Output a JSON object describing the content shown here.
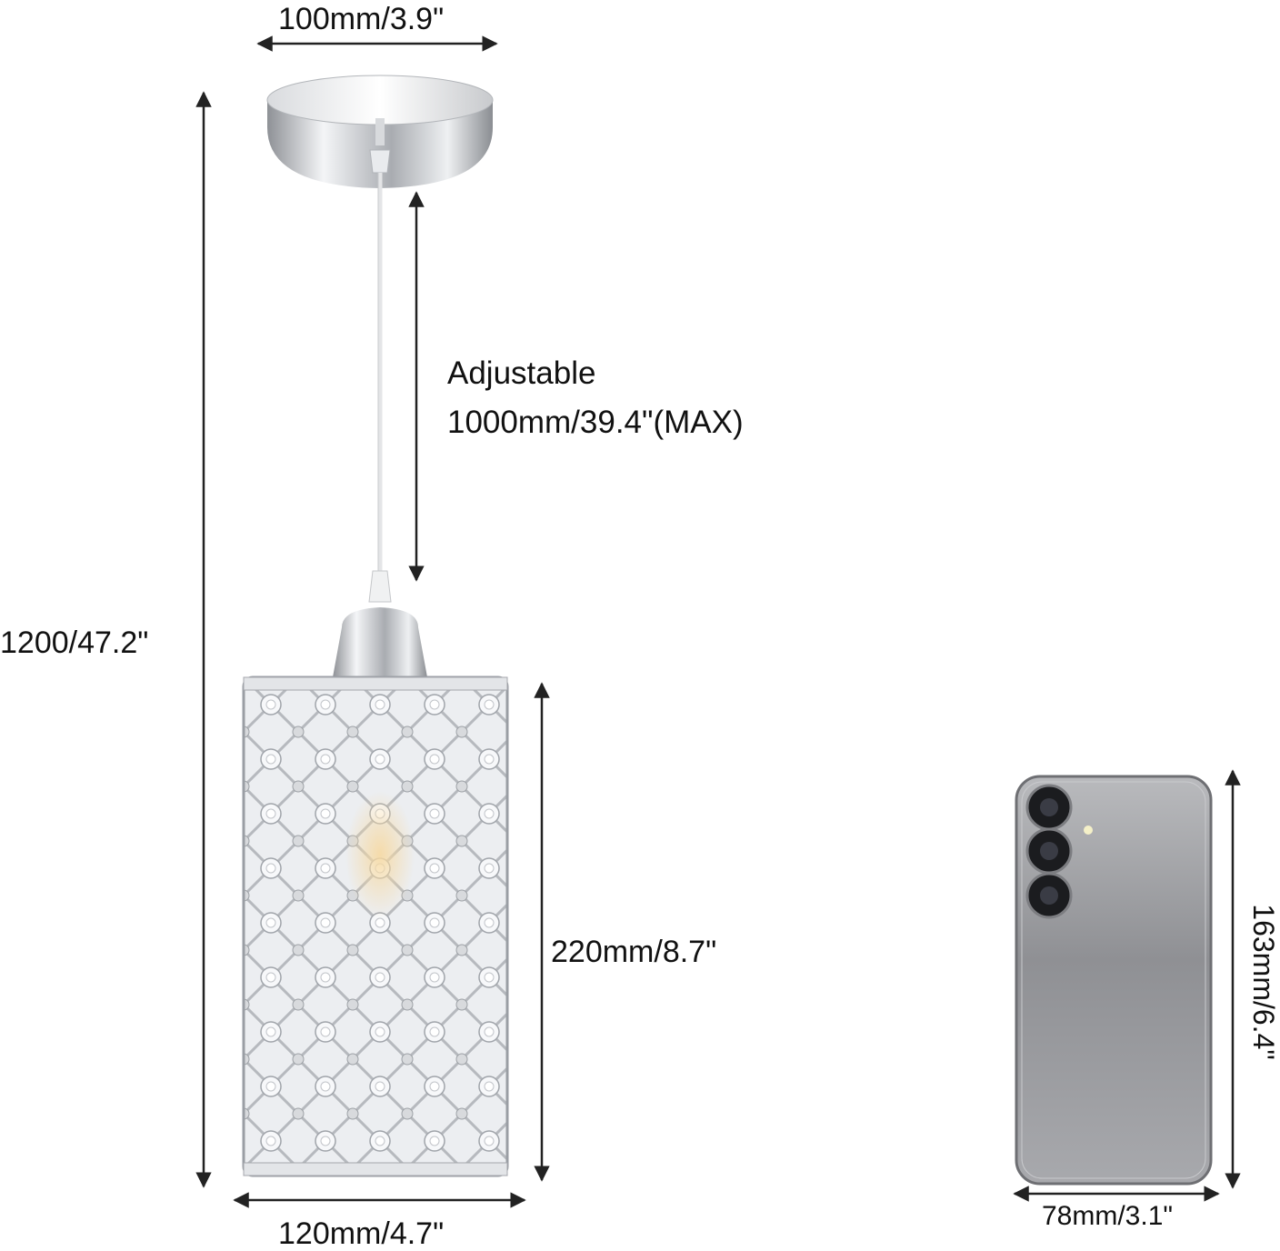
{
  "dimensions": {
    "canopy_width": "100mm/3.9\"",
    "total_height": "1200/47.2\"",
    "adjustable_title": "Adjustable",
    "adjustable_value": "1000mm/39.4\"(MAX)",
    "shade_height": "220mm/8.7\"",
    "shade_width": "120mm/4.7\"",
    "phone_width": "78mm/3.1\"",
    "phone_height": "163mm/6.4\""
  },
  "colors": {
    "chrome": "#c9ccd1",
    "crystal": "#e6e8ec",
    "arrow": "#222222",
    "phone_body": "#9a9b9e"
  },
  "icons": [
    "pendant-light-image",
    "phone-reference-image"
  ]
}
